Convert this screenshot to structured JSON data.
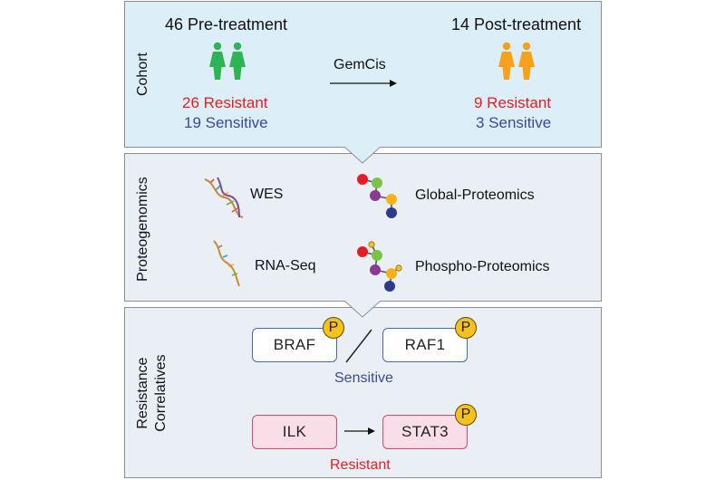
{
  "cohort": {
    "label": "Cohort",
    "pre": {
      "title": "46 Pre-treatment",
      "resistant": "26 Resistant",
      "sensitive": "19 Sensitive"
    },
    "arrow_label": "GemCis",
    "post": {
      "title": "14 Post-treatment",
      "resistant": "9 Resistant",
      "sensitive": "3 Sensitive"
    }
  },
  "proteogenomics": {
    "label": "Proteogenomics",
    "wes": "WES",
    "rna": "RNA-Seq",
    "global": "Global-Proteomics",
    "phospho": "Phospho-Proteomics"
  },
  "resistance": {
    "label_line1": "Resistance",
    "label_line2": "Correlatives",
    "braf": "BRAF",
    "raf1": "RAF1",
    "sensitive": "Sensitive",
    "ilk": "ILK",
    "stat3": "STAT3",
    "resistant": "Resistant",
    "phospho_badge": "P"
  },
  "colors": {
    "pre_people": "#2fb455",
    "post_people": "#f5a11c",
    "resistant": "#e31e24",
    "sensitive": "#3a4a9a"
  }
}
